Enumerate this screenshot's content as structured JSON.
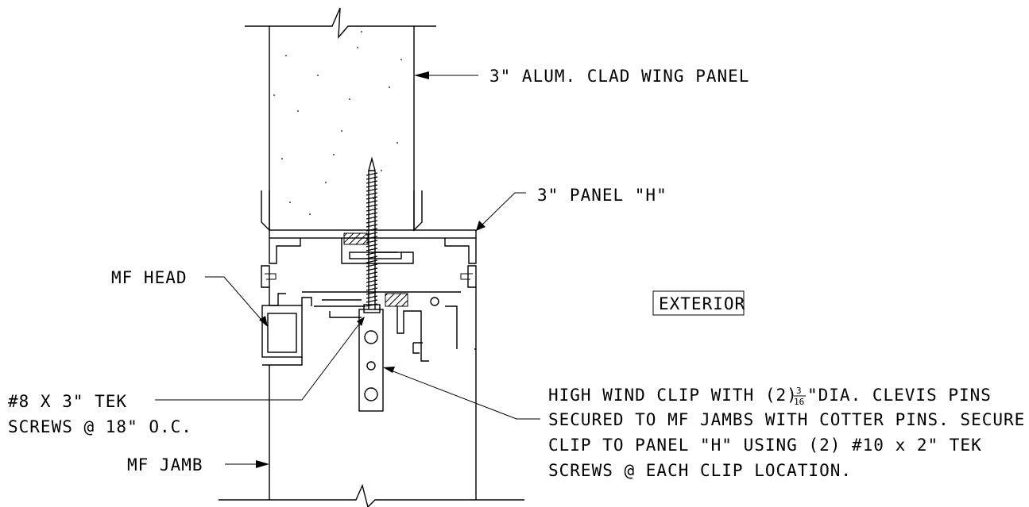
{
  "labels": {
    "wing_panel": "3\" ALUM. CLAD WING PANEL",
    "panel_h": "3\" PANEL \"H\"",
    "mf_head": "MF HEAD",
    "exterior": "EXTERIOR",
    "tek_screw_line1": "#8 X 3\" TEK",
    "tek_screw_line2": "SCREWS @ 18\" O.C.",
    "mf_jamb": "MF JAMB",
    "clip_line1_a": "HIGH WIND CLIP WITH (2) ",
    "clip_frac_num": "3",
    "clip_frac_den": "16",
    "clip_line1_b": "\"DIA. CLEVIS PINS",
    "clip_line2": "SECURED TO MF JAMBS WITH COTTER PINS. SECURE",
    "clip_line3": "CLIP TO PANEL \"H\" USING (2) #10 x 2\" TEK",
    "clip_line4": "SCREWS @ EACH CLIP LOCATION."
  }
}
